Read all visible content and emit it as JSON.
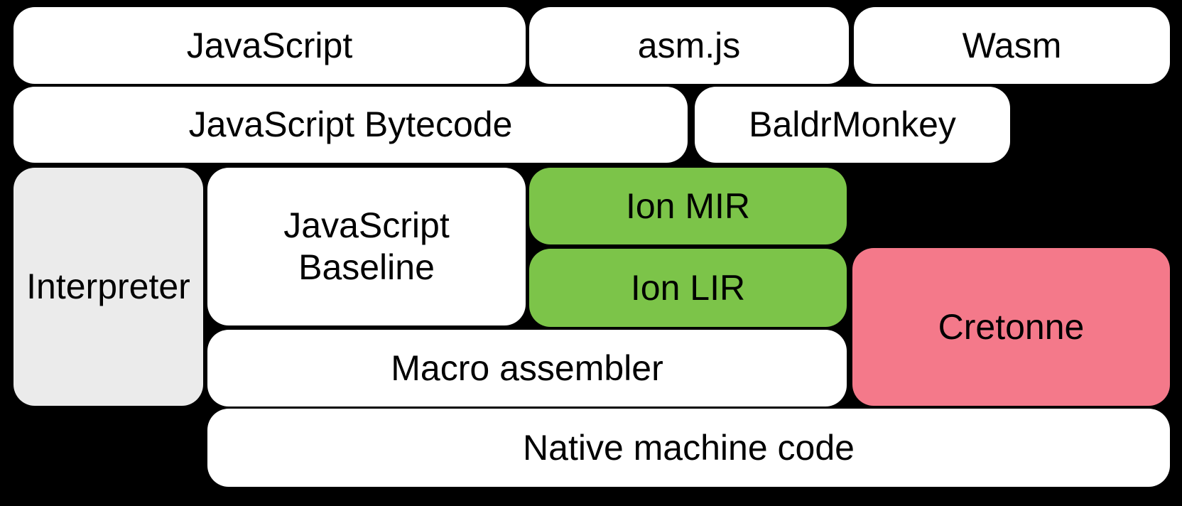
{
  "diagram": {
    "description": "Compiler pipeline block diagram",
    "colors": {
      "background": "#000000",
      "text": "#000000",
      "box_white": "#ffffff",
      "box_gray": "#ebebeb",
      "box_green": "#7cc449",
      "box_pink": "#f4798a"
    },
    "nodes": {
      "javascript": {
        "label": "JavaScript"
      },
      "asmjs": {
        "label": "asm.js"
      },
      "wasm": {
        "label": "Wasm"
      },
      "js_bytecode": {
        "label": "JavaScript Bytecode"
      },
      "baldrmonkey": {
        "label": "BaldrMonkey"
      },
      "interpreter": {
        "label": "Interpreter"
      },
      "js_baseline": {
        "label": "JavaScript\nBaseline"
      },
      "ion_mir": {
        "label": "Ion MIR"
      },
      "ion_lir": {
        "label": "Ion LIR"
      },
      "cretonne": {
        "label": "Cretonne"
      },
      "macro_assembler": {
        "label": "Macro assembler"
      },
      "native_machine_code": {
        "label": "Native machine code"
      }
    }
  }
}
